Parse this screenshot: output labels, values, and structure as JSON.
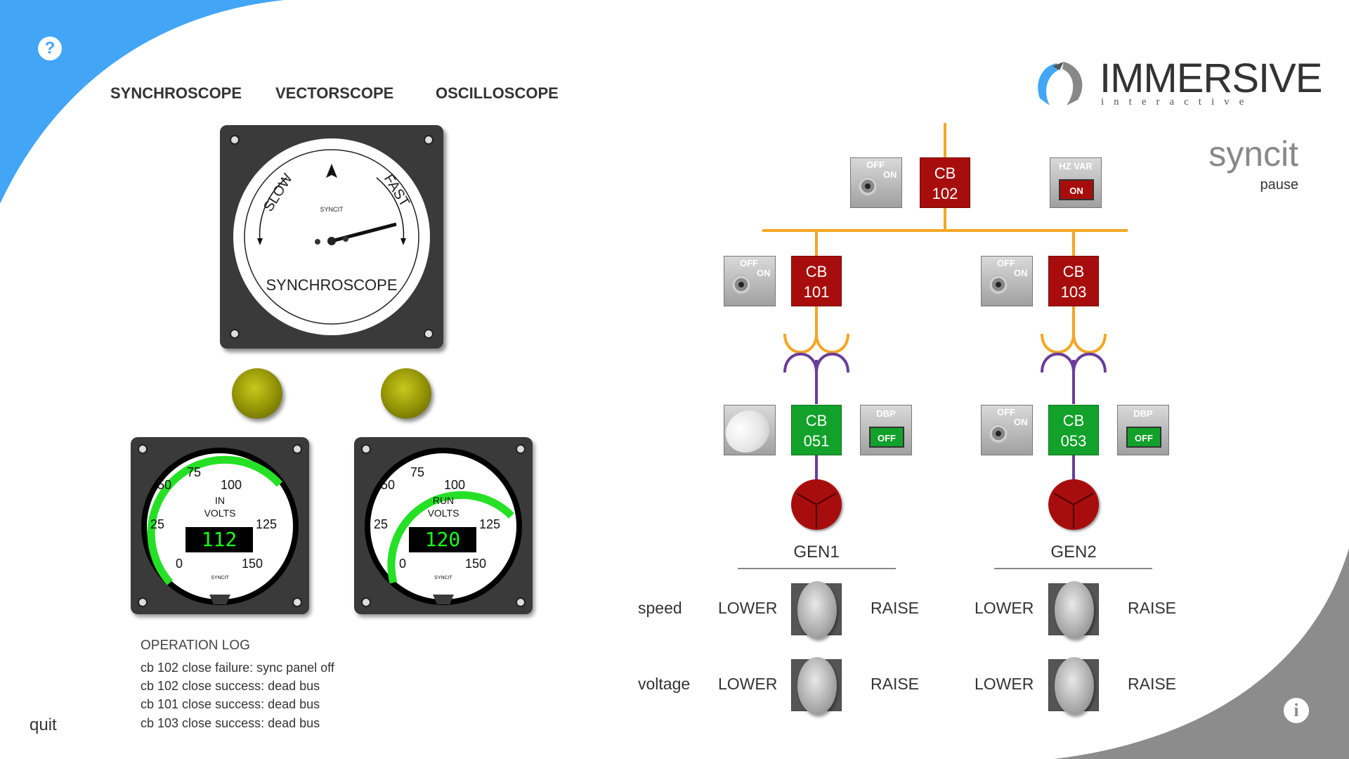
{
  "nav": {
    "help_icon": "question-mark-icon",
    "tabs": [
      {
        "label": "SYNCHROSCOPE"
      },
      {
        "label": "VECTORSCOPE"
      },
      {
        "label": "OSCILLOSCOPE"
      }
    ]
  },
  "brand": {
    "logo_word": "IMMERSIVE",
    "logo_sub": "interactive",
    "app_title": "syncit",
    "pause_label": "pause",
    "info_icon": "info-icon",
    "quit_label": "quit"
  },
  "synchroscope": {
    "slow_label": "SLOW",
    "fast_label": "FAST",
    "brand_label": "SYNCIT",
    "name_label": "SYNCHROSCOPE"
  },
  "meters": [
    {
      "line1": "IN",
      "line2": "VOLTS",
      "reading": "112",
      "brand": "SYNCIT",
      "ticks": [
        "0",
        "25",
        "50",
        "75",
        "100",
        "125",
        "150"
      ]
    },
    {
      "line1": "RUN",
      "line2": "VOLTS",
      "reading": "120",
      "brand": "SYNCIT",
      "ticks": [
        "0",
        "25",
        "50",
        "75",
        "100",
        "125",
        "150"
      ]
    }
  ],
  "log": {
    "title": "OPERATION LOG",
    "lines": [
      "cb 102 close failure: sync panel off",
      "cb 102 close success: dead bus",
      "cb 101 close success: dead bus",
      "cb 103 close success: dead bus"
    ]
  },
  "one_line": {
    "switch_off": "OFF",
    "switch_on": "ON",
    "breakers": {
      "cb102": {
        "l1": "CB",
        "l2": "102"
      },
      "cb101": {
        "l1": "CB",
        "l2": "101"
      },
      "cb103": {
        "l1": "CB",
        "l2": "103"
      },
      "cb051": {
        "l1": "CB",
        "l2": "051"
      },
      "cb053": {
        "l1": "CB",
        "l2": "053"
      }
    },
    "hzvar": {
      "caption": "HZ VAR",
      "state": "ON"
    },
    "dbp1": {
      "caption": "DBP",
      "state": "OFF"
    },
    "dbp2": {
      "caption": "DBP",
      "state": "OFF"
    },
    "gen1_label": "GEN1",
    "gen2_label": "GEN2",
    "colors": {
      "bus": "#f5a623",
      "gen_lead": "#6a3d9a",
      "closed_red": "#a80d0d",
      "open_green": "#12a12a"
    }
  },
  "controls": {
    "speed_label": "speed",
    "voltage_label": "voltage",
    "lower": "LOWER",
    "raise": "RAISE"
  }
}
